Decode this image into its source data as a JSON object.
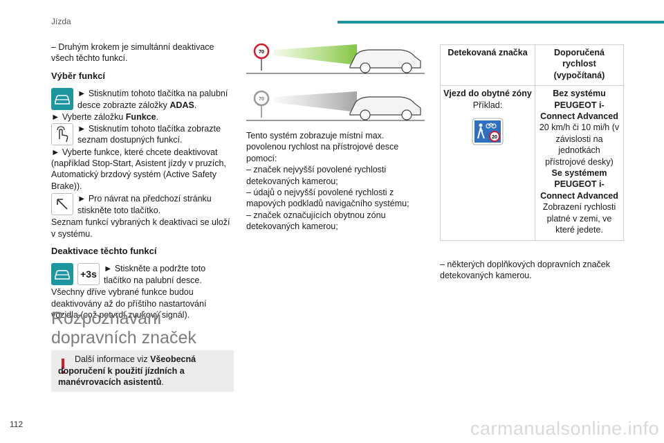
{
  "header": {
    "section": "Jízda",
    "bar_color": "#1e96a0"
  },
  "page_number": "112",
  "watermark": "carmanualsonline.info",
  "col1": {
    "intro": "– Druhým krokem je simultánní deaktivace všech těchto funkcí.",
    "h_select": "Výběr funkcí",
    "step1": "► Stisknutím tohoto tlačítka na palubní desce zobrazte záložky ",
    "step1_bold": "ADAS",
    "step1_end": ".",
    "step2": "► Vyberte záložku ",
    "step2_bold": "Funkce",
    "step2_end": ".",
    "step3": "► Stisknutím tohoto tlačítka zobrazte seznam dostupných funkcí.",
    "step4": "► Vyberte funkce, které chcete deaktivovat (například Stop-Start, Asistent jízdy v pruzích, Automatický brzdový systém (Active Safety Brake)).",
    "step5": "► Pro návrat na předchozí stránku stiskněte toto tlačítko.",
    "step6": "Seznam funkcí vybraných k deaktivaci se uloží v systému.",
    "h_deact": "Deaktivace těchto funkcí",
    "step7": "► Stiskněte a podržte toto tlačítko na palubní desce.",
    "timer_label": "+3s",
    "step8": "Všechny dříve vybrané funkce budou deaktivovány až do příštího nastartování vozidla (což potvrdí zvukový signál)."
  },
  "section_title": "Rozpoznávání dopravních značek",
  "note": {
    "text": "Další informace viz ",
    "bold": "Všeobecná doporučení k použití jízdních a manévrovacích asistentů",
    "end": "."
  },
  "illus": {
    "sign1": "70",
    "sign2": "70"
  },
  "col2": {
    "intro": "Tento systém zobrazuje místní max. povolenou rychlost na přístrojové desce pomocí:",
    "item1": "– značek nejvyšší povolené rychlosti detekovaných kamerou;",
    "item2": "– údajů o nejvyšší povolené rychlosti z mapových podkladů navigačního systému;",
    "item3": "– značek označujících obytnou zónu detekovaných kamerou;"
  },
  "table": {
    "head_left": "Detekovaná značka",
    "head_right": "Doporučená rychlost (vypočítaná)",
    "left_bold": "Vjezd do obytné zóny",
    "left_example": "Příklad:",
    "zone_sign_speed": "20",
    "right_bold1": "Bez systému PEUGEOT i-Connect Advanced",
    "right_text1": "20 km/h či 10 mi/h (v závislosti na jednotkách přístrojové desky)",
    "right_bold2": "Se systémem PEUGEOT i-Connect Advanced",
    "right_text2": "Zobrazení rychlosti platné v zemi, ve které jedete."
  },
  "col3": {
    "item4": "– některých doplňkových dopravních značek detekovaných kamerou."
  }
}
